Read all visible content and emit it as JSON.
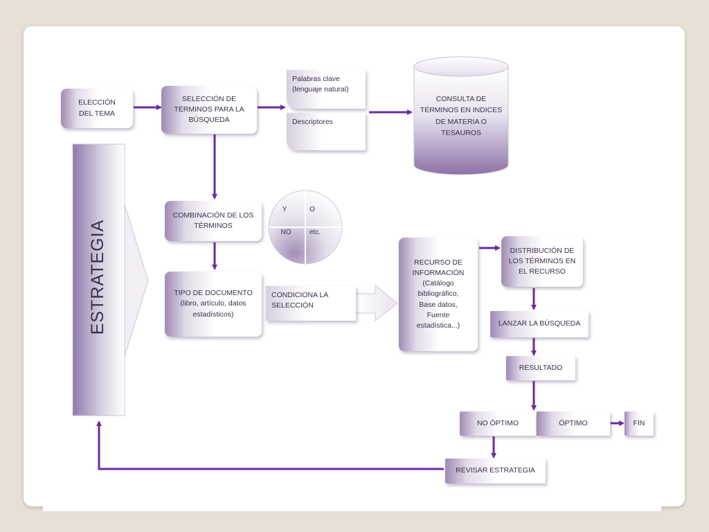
{
  "slide": {
    "background": "#e6e0d6",
    "panel": "#ffffff"
  },
  "colors": {
    "arrow": "#6b2aa0",
    "box_gradient_dark": "#9f8ab3",
    "text": "#3b2f4a"
  },
  "diagram": {
    "strategy_label": "ESTRATEGIA",
    "eleccion_tema": "ELECCIÓN\nDEL TEMA",
    "seleccion_terminos": "SELECCIÓN DE\nTÉRMINOS PARA LA\nBÚSQUEDA",
    "palabras_clave": "Palabras clave\n(lenguaje natural)",
    "descriptores": "Descriptores",
    "consulta_terminos": "CONSULTA DE\nTÉRMINOS EN INDICES\nDE MATERIA O\nTESAUROS",
    "combinacion_terminos": "COMBINACIÓN DE LOS\nTÉRMINOS",
    "operators": {
      "y": "Y",
      "o": "O",
      "no": "NO",
      "etc": "etc."
    },
    "tipo_documento": "TIPO DE DOCUMENTO\n(libro, artículo, datos\nestadísticos)",
    "condiciona_seleccion": "CONDICIONA LA\nSELECCIÓN",
    "recurso_informacion": "RECURSO DE\nINFORMACIÓN\n(Catálogo\nbibliográfico,\nBase datos,\nFuente\nestadística...)",
    "distribucion_terminos": "DISTRIBUCIÓN DE\nLOS TÉRMINOS EN\nEL RECURSO",
    "lanzar_busqueda": "LANZAR LA BÚSQUEDA",
    "resultado": "RESULTADO",
    "no_optimo": "NO ÓPTIMO",
    "optimo": "ÓPTIMO",
    "fin": "FIN",
    "revisar_estrategia": "REVISAR ESTRATEGIA"
  }
}
